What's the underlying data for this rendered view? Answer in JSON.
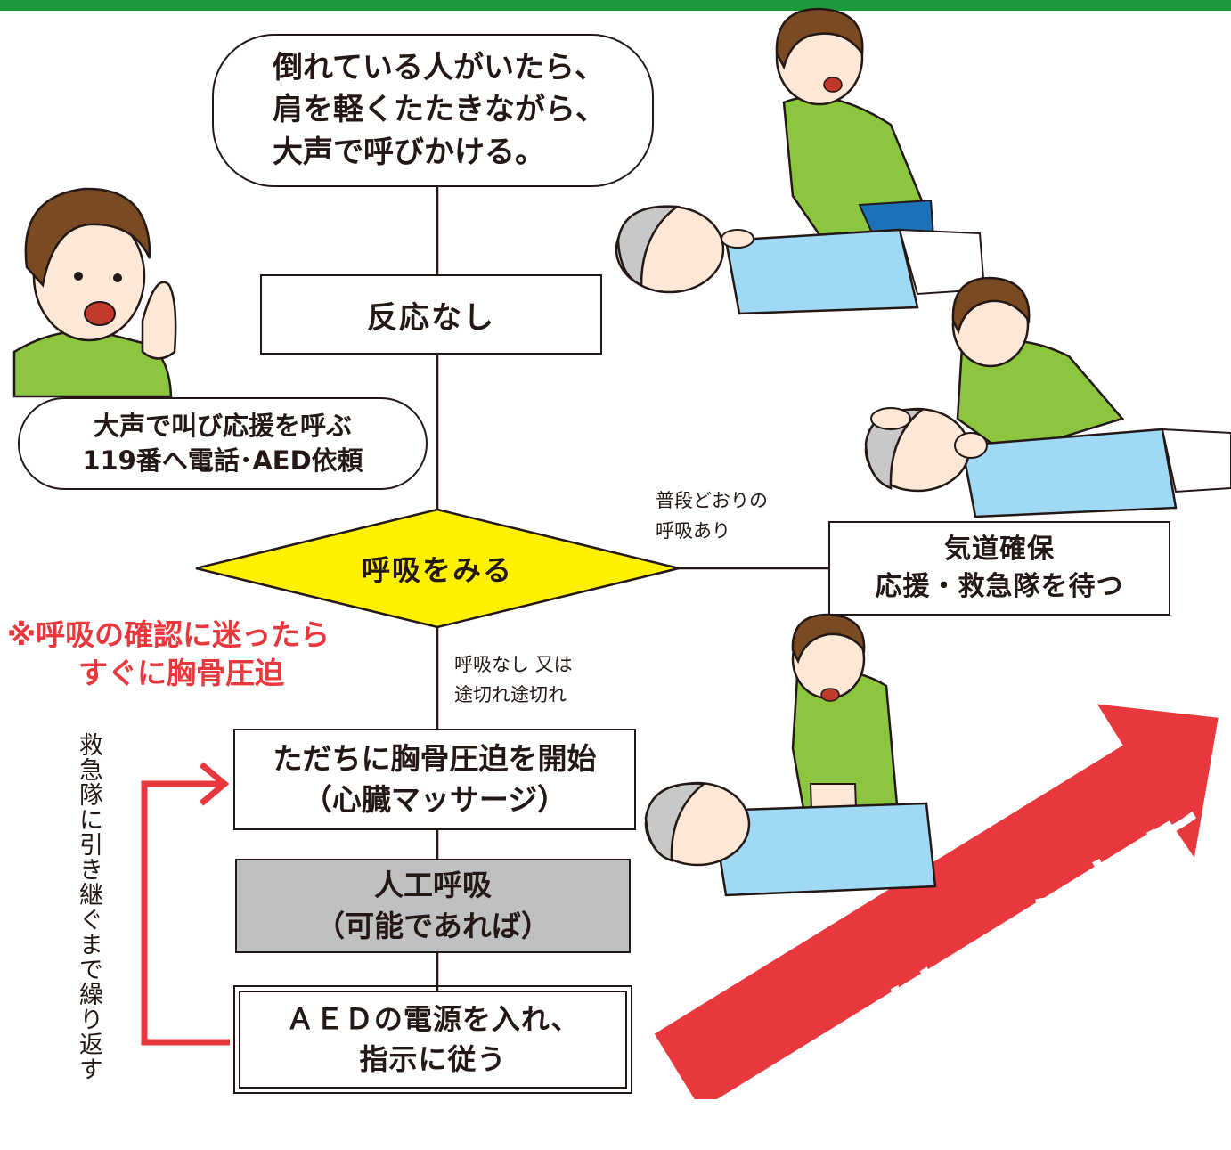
{
  "nodes": {
    "start_line1": "倒れている人がいたら、",
    "start_line2": "肩を軽くたたきながら、",
    "start_line3": "大声で呼びかける。",
    "no_response": "反応なし",
    "call_line1": "大声で叫び応援を呼ぶ",
    "call_line2": "119番へ電話･AED依頼",
    "check_breathing": "呼吸をみる",
    "airway_line1": "気道確保",
    "airway_line2": "応援・救急隊を待つ",
    "cpr_line1": "ただちに胸骨圧迫を開始",
    "cpr_line2": "（心臓マッサージ）",
    "rescue_line1": "人工呼吸",
    "rescue_line2": "（可能であれば）",
    "aed_line1": "ＡＥＤの電源を入れ、",
    "aed_line2": "指示に従う"
  },
  "labels": {
    "normal_line1": "普段どおりの",
    "normal_line2": "呼吸あり",
    "none_line1": "呼吸なし 又は",
    "none_line2": "途切れ途切れ",
    "warning_line1": "※呼吸の確認に迷ったら",
    "warning_line2": "すぐに胸骨圧迫",
    "repeat": "救急隊に引き継ぐまで繰り返す",
    "banner": "AEDはこんなに簡単"
  },
  "colors": {
    "top_bar": "#1e9a3e",
    "diamond": "#fff100",
    "warning": "#e8383d",
    "arrow": "#e8383d",
    "gray_box": "#bfc0c2",
    "shirt_green": "#8cc63f",
    "shirt_blue": "#9fd9f6"
  }
}
